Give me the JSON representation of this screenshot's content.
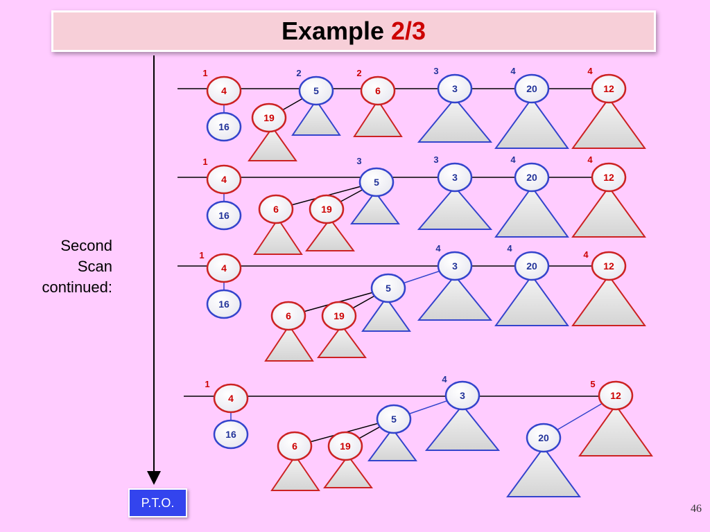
{
  "title": {
    "main": "Example",
    "accent": "2/3"
  },
  "side_label": {
    "lines": [
      "Second",
      "Scan",
      "continued:"
    ]
  },
  "pto_label": "P.T.O.",
  "page_number": "46",
  "colors": {
    "background": "#ffccff",
    "red_node": "#cc2222",
    "blue_node": "#3344cc",
    "node_fill": "#ffffff",
    "triangle_fill": "#e4e4e4",
    "red_text": "#cc0000",
    "blue_text": "#223399"
  },
  "diagram": {
    "rows": [
      {
        "nodes": [
          {
            "key": "4",
            "color": "red",
            "rank": "1"
          },
          {
            "key": "16",
            "color": "blue"
          },
          {
            "key": "5",
            "color": "blue",
            "rank": "2"
          },
          {
            "key": "19",
            "color": "red"
          },
          {
            "key": "6",
            "color": "red",
            "rank": "2"
          },
          {
            "key": "3",
            "color": "blue",
            "rank": "3"
          },
          {
            "key": "20",
            "color": "blue",
            "rank": "4"
          },
          {
            "key": "12",
            "color": "red",
            "rank": "4"
          }
        ]
      },
      {
        "nodes": [
          {
            "key": "4",
            "color": "red",
            "rank": "1"
          },
          {
            "key": "16",
            "color": "blue"
          },
          {
            "key": "5",
            "color": "blue",
            "rank": "3"
          },
          {
            "key": "6",
            "color": "red"
          },
          {
            "key": "19",
            "color": "red"
          },
          {
            "key": "3",
            "color": "blue",
            "rank": "3"
          },
          {
            "key": "20",
            "color": "blue",
            "rank": "4"
          },
          {
            "key": "12",
            "color": "red",
            "rank": "4"
          }
        ]
      },
      {
        "nodes": [
          {
            "key": "4",
            "color": "red",
            "rank": "1"
          },
          {
            "key": "16",
            "color": "blue"
          },
          {
            "key": "3",
            "color": "blue",
            "rank": "4"
          },
          {
            "key": "5",
            "color": "blue"
          },
          {
            "key": "6",
            "color": "red"
          },
          {
            "key": "19",
            "color": "red"
          },
          {
            "key": "20",
            "color": "blue",
            "rank": "4"
          },
          {
            "key": "12",
            "color": "red",
            "rank": "4"
          }
        ]
      },
      {
        "nodes": [
          {
            "key": "4",
            "color": "red",
            "rank": "1"
          },
          {
            "key": "16",
            "color": "blue"
          },
          {
            "key": "3",
            "color": "blue",
            "rank": "4"
          },
          {
            "key": "5",
            "color": "blue"
          },
          {
            "key": "6",
            "color": "red"
          },
          {
            "key": "19",
            "color": "red"
          },
          {
            "key": "12",
            "color": "red",
            "rank": "5"
          },
          {
            "key": "20",
            "color": "blue"
          }
        ]
      }
    ]
  }
}
